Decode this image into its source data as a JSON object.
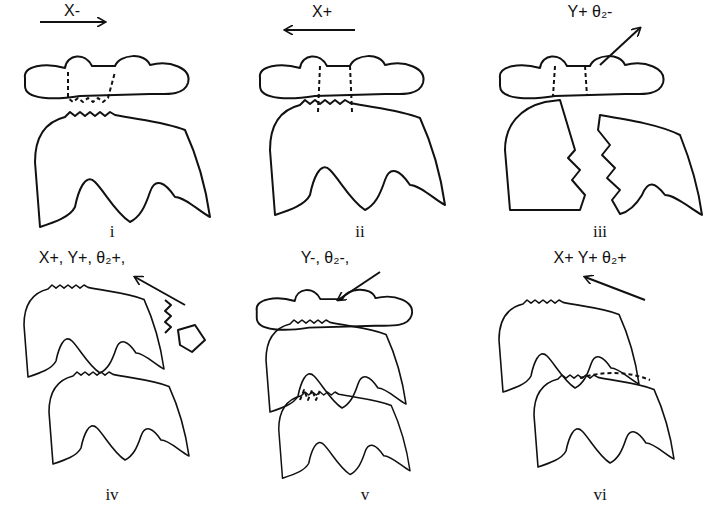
{
  "diagram": {
    "labels": [
      "X-",
      "i",
      "X+",
      "ii",
      "Y+ θ₂-",
      "iii",
      "X+, Y+, θ₂+,",
      "iv",
      "Y-, θ₂-,",
      "v",
      "X+ Y+ θ₂+",
      "vi"
    ]
  }
}
